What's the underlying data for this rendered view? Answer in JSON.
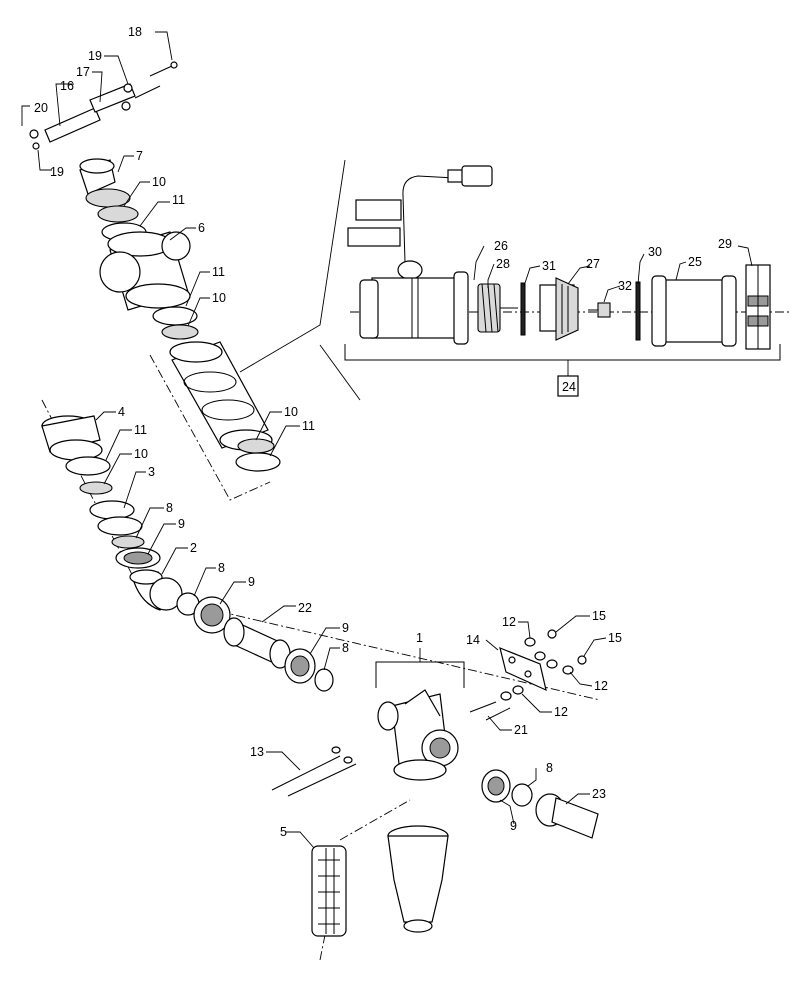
{
  "callouts": {
    "c1": "1",
    "c2": "2",
    "c3": "3",
    "c4": "4",
    "c5": "5",
    "c6": "6",
    "c7": "7",
    "c8a": "8",
    "c8b": "8",
    "c8c": "8",
    "c8d": "8",
    "c9a": "9",
    "c9b": "9",
    "c9c": "9",
    "c9d": "9",
    "c10a": "10",
    "c10b": "10",
    "c10c": "10",
    "c10d": "10",
    "c11a": "11",
    "c11b": "11",
    "c11c": "11",
    "c11d": "11",
    "c12a": "12",
    "c12b": "12",
    "c12c": "12",
    "c13": "13",
    "c14": "14",
    "c15a": "15",
    "c15b": "15",
    "c16": "16",
    "c17": "17",
    "c18": "18",
    "c19a": "19",
    "c19b": "19",
    "c20": "20",
    "c21": "21",
    "c22": "22",
    "c23": "23",
    "c24": "24",
    "c25": "25",
    "c26": "26",
    "c27": "27",
    "c28": "28",
    "c29": "29",
    "c30": "30",
    "c31": "31",
    "c32": "32"
  }
}
